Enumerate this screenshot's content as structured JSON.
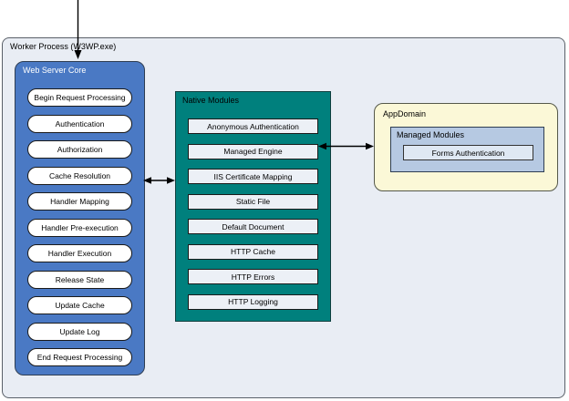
{
  "colors": {
    "worker-process-fill": "#e9edf4",
    "worker-process-border": "#5a6069",
    "web-server-core-fill": "#4a79c4",
    "web-server-core-border": "#2e3d52",
    "pill-fill": "#ffffff",
    "pill-border": "#1a1a1a",
    "native-modules-fill": "#00807d",
    "native-modules-border": "#0f3f3e",
    "module-item-fill": "#ecf0f6",
    "module-item-border": "#1a1a1a",
    "app-domain-fill": "#fbf8d7",
    "app-domain-border": "#55584a",
    "managed-modules-fill": "#b6c9e2",
    "managed-modules-border": "#2e3d52",
    "forms-auth-fill": "#dfe8f3",
    "forms-auth-border": "#333333",
    "arrow": "#000000"
  },
  "worker_process": {
    "label": "Worker Process (W3WP.exe)"
  },
  "web_server_core": {
    "label": "Web Server Core",
    "events": [
      "Begin Request Processing",
      "Authentication",
      "Authorization",
      "Cache Resolution",
      "Handler Mapping",
      "Handler Pre-execution",
      "Handler Execution",
      "Release State",
      "Update Cache",
      "Update Log",
      "End Request Processing"
    ]
  },
  "native_modules": {
    "label": "Native Modules",
    "modules": [
      "Anonymous Authentication",
      "Managed Engine",
      "IIS Certificate Mapping",
      "Static File",
      "Default Document",
      "HTTP Cache",
      "HTTP Errors",
      "HTTP Logging"
    ]
  },
  "app_domain": {
    "label": "AppDomain",
    "managed_modules": {
      "label": "Managed Modules",
      "modules": [
        "Forms Authentication"
      ]
    }
  }
}
